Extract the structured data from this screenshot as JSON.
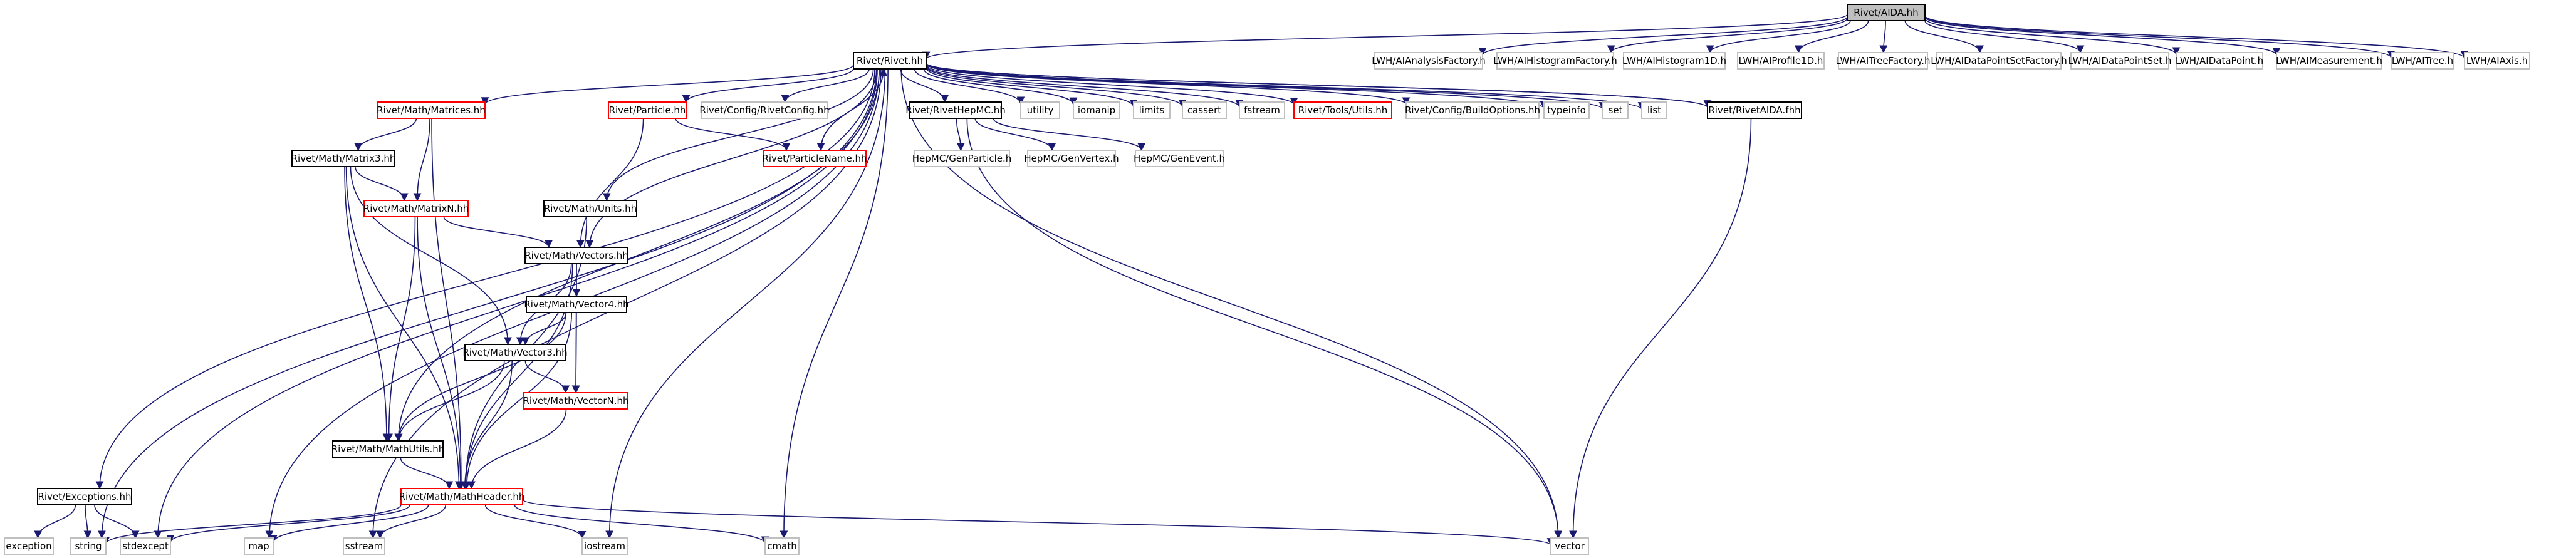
{
  "colors": {
    "edge": "#191970",
    "node_border_normal": "#000000",
    "node_border_external": "#c0c0c0",
    "node_border_incomplete": "#ff0000",
    "root_fill": "#bfbfbf",
    "text": "#000000"
  },
  "nodes": [
    {
      "id": "rivetaida",
      "label": "Rivet/AIDA.hh",
      "kind": "root"
    },
    {
      "id": "rivet",
      "label": "Rivet/Rivet.hh",
      "kind": "normal"
    },
    {
      "id": "lwh_af",
      "label": "LWH/AIAnalysisFactory.h",
      "kind": "external"
    },
    {
      "id": "lwh_hf",
      "label": "LWH/AIHistogramFactory.h",
      "kind": "external"
    },
    {
      "id": "lwh_h1",
      "label": "LWH/AIHistogram1D.h",
      "kind": "external"
    },
    {
      "id": "lwh_p1",
      "label": "LWH/AIProfile1D.h",
      "kind": "external"
    },
    {
      "id": "lwh_tf",
      "label": "LWH/AITreeFactory.h",
      "kind": "external"
    },
    {
      "id": "lwh_dpsf",
      "label": "LWH/AIDataPointSetFactory.h",
      "kind": "external"
    },
    {
      "id": "lwh_dps",
      "label": "LWH/AIDataPointSet.h",
      "kind": "external"
    },
    {
      "id": "lwh_dp",
      "label": "LWH/AIDataPoint.h",
      "kind": "external"
    },
    {
      "id": "lwh_meas",
      "label": "LWH/AIMeasurement.h",
      "kind": "external"
    },
    {
      "id": "lwh_tree",
      "label": "LWH/AITree.h",
      "kind": "external"
    },
    {
      "id": "lwh_axis",
      "label": "LWH/AIAxis.h",
      "kind": "external"
    },
    {
      "id": "matrices",
      "label": "Rivet/Math/Matrices.hh",
      "kind": "incomplete"
    },
    {
      "id": "particle",
      "label": "Rivet/Particle.hh",
      "kind": "incomplete"
    },
    {
      "id": "config",
      "label": "Rivet/Config/RivetConfig.hh",
      "kind": "external"
    },
    {
      "id": "hepmc",
      "label": "Rivet/RivetHepMC.hh",
      "kind": "normal"
    },
    {
      "id": "utility",
      "label": "utility",
      "kind": "external"
    },
    {
      "id": "iomanip",
      "label": "iomanip",
      "kind": "external"
    },
    {
      "id": "limits",
      "label": "limits",
      "kind": "external"
    },
    {
      "id": "cassert",
      "label": "cassert",
      "kind": "external"
    },
    {
      "id": "fstream",
      "label": "fstream",
      "kind": "external"
    },
    {
      "id": "utils",
      "label": "Rivet/Tools/Utils.hh",
      "kind": "incomplete"
    },
    {
      "id": "buildopts",
      "label": "Rivet/Config/BuildOptions.hh",
      "kind": "external"
    },
    {
      "id": "typeinfo",
      "label": "typeinfo",
      "kind": "external"
    },
    {
      "id": "set",
      "label": "set",
      "kind": "external"
    },
    {
      "id": "list",
      "label": "list",
      "kind": "external"
    },
    {
      "id": "aidafhh",
      "label": "Rivet/RivetAIDA.fhh",
      "kind": "normal"
    },
    {
      "id": "matrix3",
      "label": "Rivet/Math/Matrix3.hh",
      "kind": "normal"
    },
    {
      "id": "matrixn",
      "label": "Rivet/Math/MatrixN.hh",
      "kind": "incomplete"
    },
    {
      "id": "pname",
      "label": "Rivet/ParticleName.hh",
      "kind": "incomplete"
    },
    {
      "id": "genparticle",
      "label": "HepMC/GenParticle.h",
      "kind": "external"
    },
    {
      "id": "genvertex",
      "label": "HepMC/GenVertex.h",
      "kind": "external"
    },
    {
      "id": "genevent",
      "label": "HepMC/GenEvent.h",
      "kind": "external"
    },
    {
      "id": "units",
      "label": "Rivet/Math/Units.hh",
      "kind": "normal"
    },
    {
      "id": "vectors",
      "label": "Rivet/Math/Vectors.hh",
      "kind": "normal"
    },
    {
      "id": "vector4",
      "label": "Rivet/Math/Vector4.hh",
      "kind": "normal"
    },
    {
      "id": "vector3",
      "label": "Rivet/Math/Vector3.hh",
      "kind": "normal"
    },
    {
      "id": "vectorn",
      "label": "Rivet/Math/VectorN.hh",
      "kind": "incomplete"
    },
    {
      "id": "mathutils",
      "label": "Rivet/Math/MathUtils.hh",
      "kind": "normal"
    },
    {
      "id": "exceptions",
      "label": "Rivet/Exceptions.hh",
      "kind": "normal"
    },
    {
      "id": "mathheader",
      "label": "Rivet/Math/MathHeader.hh",
      "kind": "incomplete"
    },
    {
      "id": "exception",
      "label": "exception",
      "kind": "external"
    },
    {
      "id": "string",
      "label": "string",
      "kind": "external"
    },
    {
      "id": "stdexcept",
      "label": "stdexcept",
      "kind": "external"
    },
    {
      "id": "map",
      "label": "map",
      "kind": "external"
    },
    {
      "id": "sstream",
      "label": "sstream",
      "kind": "external"
    },
    {
      "id": "iostream",
      "label": "iostream",
      "kind": "external"
    },
    {
      "id": "cmath",
      "label": "cmath",
      "kind": "external"
    },
    {
      "id": "vector",
      "label": "vector",
      "kind": "external"
    }
  ],
  "edges": [
    [
      "rivetaida",
      "rivet"
    ],
    [
      "rivetaida",
      "lwh_af"
    ],
    [
      "rivetaida",
      "lwh_hf"
    ],
    [
      "rivetaida",
      "lwh_h1"
    ],
    [
      "rivetaida",
      "lwh_p1"
    ],
    [
      "rivetaida",
      "lwh_tf"
    ],
    [
      "rivetaida",
      "lwh_dpsf"
    ],
    [
      "rivetaida",
      "lwh_dps"
    ],
    [
      "rivetaida",
      "lwh_dp"
    ],
    [
      "rivetaida",
      "lwh_meas"
    ],
    [
      "rivetaida",
      "lwh_tree"
    ],
    [
      "rivetaida",
      "lwh_axis"
    ],
    [
      "rivet",
      "matrices"
    ],
    [
      "rivet",
      "particle"
    ],
    [
      "rivet",
      "config"
    ],
    [
      "rivet",
      "hepmc"
    ],
    [
      "rivet",
      "utility"
    ],
    [
      "rivet",
      "iomanip"
    ],
    [
      "rivet",
      "limits"
    ],
    [
      "rivet",
      "cassert"
    ],
    [
      "rivet",
      "fstream"
    ],
    [
      "rivet",
      "utils"
    ],
    [
      "rivet",
      "buildopts"
    ],
    [
      "rivet",
      "typeinfo"
    ],
    [
      "rivet",
      "set"
    ],
    [
      "rivet",
      "list"
    ],
    [
      "rivet",
      "aidafhh"
    ],
    [
      "rivet",
      "units"
    ],
    [
      "rivet",
      "vectors"
    ],
    [
      "rivet",
      "mathutils"
    ],
    [
      "rivet",
      "exceptions"
    ],
    [
      "rivet",
      "string"
    ],
    [
      "rivet",
      "stdexcept"
    ],
    [
      "rivet",
      "map"
    ],
    [
      "rivet",
      "sstream"
    ],
    [
      "rivet",
      "iostream"
    ],
    [
      "rivet",
      "cmath"
    ],
    [
      "rivet",
      "vector"
    ],
    [
      "rivet",
      "pname"
    ],
    [
      "matrices",
      "matrix3"
    ],
    [
      "matrices",
      "matrixn"
    ],
    [
      "matrices",
      "mathheader"
    ],
    [
      "matrix3",
      "matrixn"
    ],
    [
      "matrix3",
      "vector3"
    ],
    [
      "matrix3",
      "mathutils"
    ],
    [
      "matrix3",
      "mathheader"
    ],
    [
      "matrixn",
      "vectors"
    ],
    [
      "matrixn",
      "mathutils"
    ],
    [
      "matrixn",
      "mathheader"
    ],
    [
      "particle",
      "pname"
    ],
    [
      "particle",
      "vectors"
    ],
    [
      "pname",
      "rivet"
    ],
    [
      "hepmc",
      "genparticle"
    ],
    [
      "hepmc",
      "genvertex"
    ],
    [
      "hepmc",
      "genevent"
    ],
    [
      "hepmc",
      "vector"
    ],
    [
      "aidafhh",
      "rivet"
    ],
    [
      "aidafhh",
      "vector"
    ],
    [
      "units",
      "mathheader"
    ],
    [
      "vectors",
      "vector4"
    ],
    [
      "vectors",
      "vector3"
    ],
    [
      "vectors",
      "vectorn"
    ],
    [
      "vectors",
      "mathheader"
    ],
    [
      "vector4",
      "vector3"
    ],
    [
      "vector4",
      "vectorn"
    ],
    [
      "vector4",
      "mathutils"
    ],
    [
      "vector4",
      "mathheader"
    ],
    [
      "vector3",
      "vectorn"
    ],
    [
      "vector3",
      "mathutils"
    ],
    [
      "vector3",
      "mathheader"
    ],
    [
      "vectorn",
      "mathheader"
    ],
    [
      "mathutils",
      "mathheader"
    ],
    [
      "exceptions",
      "exception"
    ],
    [
      "exceptions",
      "string"
    ],
    [
      "exceptions",
      "stdexcept"
    ],
    [
      "mathheader",
      "string"
    ],
    [
      "mathheader",
      "stdexcept"
    ],
    [
      "mathheader",
      "map"
    ],
    [
      "mathheader",
      "sstream"
    ],
    [
      "mathheader",
      "iostream"
    ],
    [
      "mathheader",
      "cmath"
    ],
    [
      "mathheader",
      "vector"
    ]
  ]
}
